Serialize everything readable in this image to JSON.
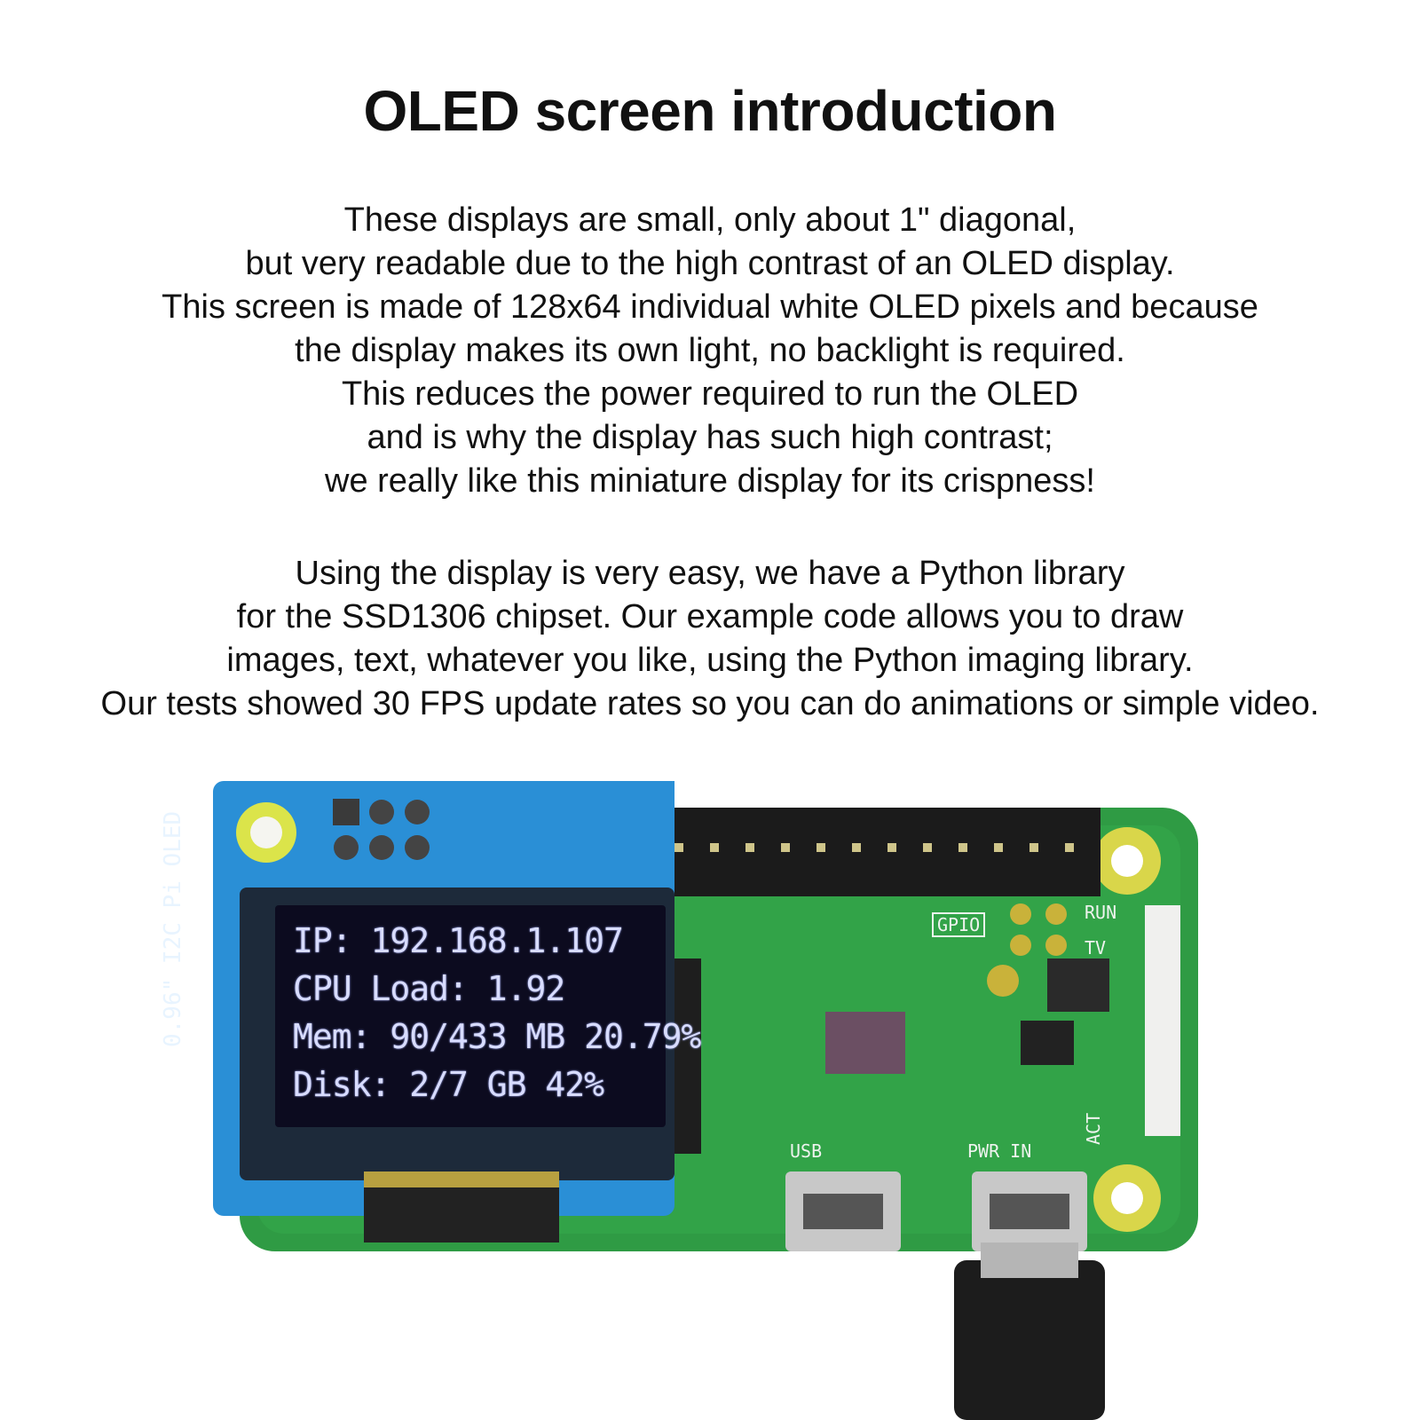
{
  "title": "OLED screen introduction",
  "intro": {
    "paragraph1": [
      "These displays are small, only about 1\" diagonal,",
      "but very readable due to the high contrast of an OLED display.",
      "This screen is made of 128x64 individual white OLED pixels and because",
      "the display makes its own light, no backlight is required.",
      "This reduces the power required to run the OLED",
      "and is why the display has such high contrast;",
      "we really like this miniature display for its crispness!"
    ],
    "paragraph2": [
      "Using the display is very easy, we have a Python library",
      "for the SSD1306 chipset. Our example code allows you to draw",
      "images, text, whatever you like, using the Python imaging library.",
      "Our tests showed 30 FPS update rates so you can do animations or simple video."
    ]
  },
  "photo": {
    "oled_lines": [
      "IP: 192.168.1.107",
      "CPU Load: 1.92",
      "Mem: 90/433 MB  20.79%",
      "Disk: 2/7 GB  42%"
    ],
    "board_labels": {
      "side": "0.96\" I2C Pi OLED",
      "gpio": "GPIO",
      "run": "RUN",
      "tv": "TV",
      "usb": "USB",
      "pwr": "PWR IN",
      "act": "ACT"
    },
    "colors": {
      "pcb_green": "#2f9b44",
      "oled_blue_board": "#2a8fd6",
      "screen": "#0c0b1f",
      "header_black": "#1b1b1b"
    }
  }
}
